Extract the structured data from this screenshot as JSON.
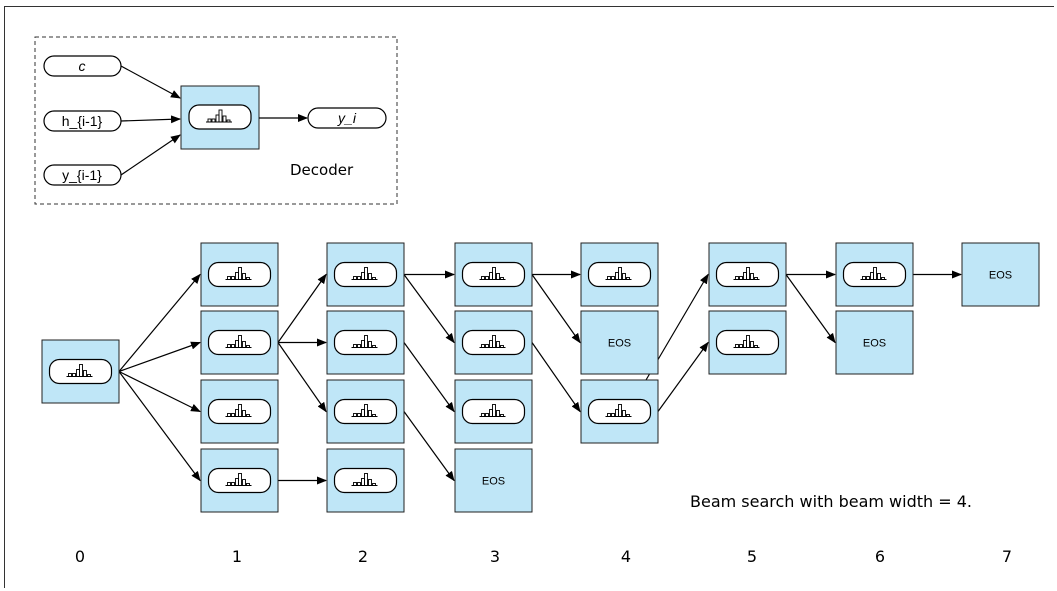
{
  "decoder": {
    "inputs": [
      "c",
      "h_{i-1}",
      "y_{i-1}"
    ],
    "output": "y_i",
    "label": "Decoder"
  },
  "beam": {
    "caption": "Beam search with beam width = 4.",
    "eos_label": "EOS",
    "steps": [
      "0",
      "1",
      "2",
      "3",
      "4",
      "5",
      "6",
      "7"
    ]
  },
  "colors": {
    "node_fill": "#bfe6f7",
    "stroke": "#222222"
  },
  "icons": {
    "distribution": "histogram-icon"
  }
}
